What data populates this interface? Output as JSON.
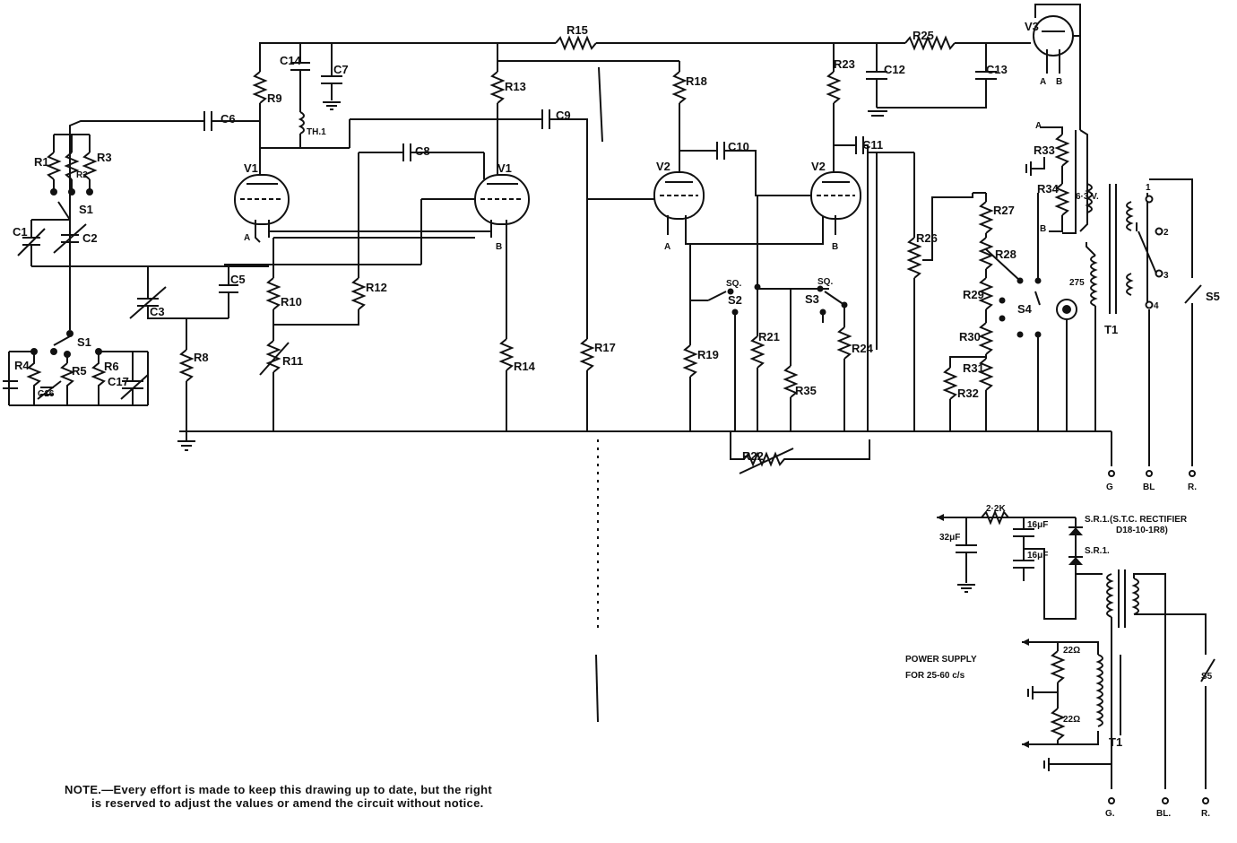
{
  "tubes": {
    "v1": "V1",
    "v2": "V2",
    "v3": "V3",
    "A": "A",
    "B": "B"
  },
  "resistors": [
    "R1",
    "R2",
    "R3",
    "R4",
    "R5",
    "R6",
    "R8",
    "R9",
    "R10",
    "R11",
    "R12",
    "R13",
    "R14",
    "R15",
    "R17",
    "R18",
    "R19",
    "R21",
    "R22",
    "R23",
    "R24",
    "R25",
    "R26",
    "R27",
    "R28",
    "R29",
    "R30",
    "R31",
    "R32",
    "R33",
    "R34",
    "R35"
  ],
  "capacitors": [
    "C1",
    "C2",
    "C3",
    "C5",
    "C6",
    "C7",
    "C8",
    "C9",
    "C10",
    "C11",
    "C12",
    "C13",
    "C14",
    "C16",
    "C17"
  ],
  "switches": {
    "s1": "S1",
    "s2": "S2",
    "s3": "S3",
    "s4": "S4",
    "s5": "S5",
    "sq": "SQ."
  },
  "misc": {
    "th": "TH.1",
    "t1": "T1",
    "v63": "6·3 V.",
    "r275": "275",
    "sw1": "1",
    "sw2": "2",
    "sw3": "3",
    "sw4": "4"
  },
  "terminals": {
    "g": "G",
    "bl": "BL",
    "r": "R.",
    "g2": "G.",
    "bl2": "BL.",
    "r2": "R."
  },
  "power_supply": {
    "title_1": "POWER SUPPLY",
    "title_2": "FOR 25-60 c/s",
    "r_2k2": "2·2K",
    "c_16a": "16μF",
    "c_16b": "16μF",
    "c_32": "32μF",
    "sr1": "S.R.1.",
    "sr1b": "S.R.1.",
    "rectifier_1": "(S.T.C. RECTIFIER",
    "rectifier_2": "D18-10-1R8)",
    "r22a": "22Ω",
    "r22b": "22Ω",
    "t1": "T1",
    "s5": "S5"
  },
  "note": {
    "line1": "NOTE.—Every effort is made to keep this drawing up to date, but the right",
    "line2": "is reserved to adjust the values or amend the circuit without notice."
  }
}
